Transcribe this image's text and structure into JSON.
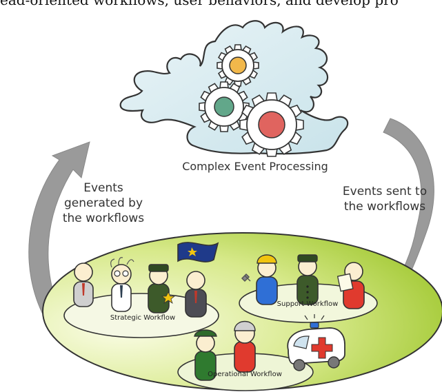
{
  "top_caption": "ead-oriented workflows, user behaviors, and develop pro",
  "cep": {
    "label": "Complex Event Processing"
  },
  "left_arrow": {
    "label": "Events\ngenerated by\nthe workflows"
  },
  "right_arrow": {
    "label": "Events sent to\nthe workflows"
  },
  "workflows": {
    "strategic": "Strategic Workflow",
    "support": "Support Workflow",
    "operational": "Operational Workflow"
  },
  "colors": {
    "cloud": "#d5eaf0",
    "ground": "#a8cc33",
    "arrow": "#9a9a9a",
    "gear_top": "#f2b84b",
    "gear_mid": "#62a78a",
    "gear_big": "#e0645f"
  },
  "icons": [
    "gear-icon",
    "cloud-icon",
    "person-icon",
    "flag-icon",
    "ambulance-icon",
    "hard-hat-icon"
  ]
}
